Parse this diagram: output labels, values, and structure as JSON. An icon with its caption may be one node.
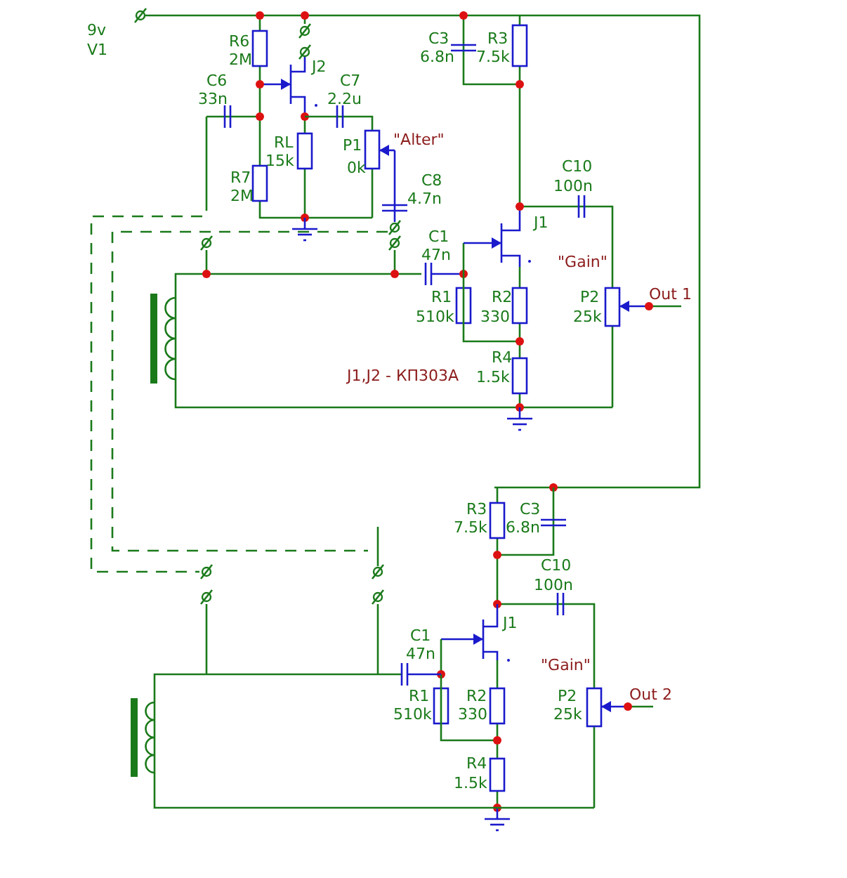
{
  "diagram": {
    "labels": [
      "9v",
      "V1",
      "R6",
      "2M",
      "J2",
      "C6",
      "33n",
      "C7",
      "2.2u",
      "RL",
      "15k",
      "P1",
      "0k",
      "\"Alter\"",
      "R7",
      "2M",
      "C8",
      "4.7n",
      "C3",
      "6.8n",
      "R3",
      "7.5k",
      "C10",
      "100n",
      "J1",
      "C1",
      "47n",
      "\"Gain\"",
      "R1",
      "510k",
      "R2",
      "330",
      "P2",
      "25k",
      "Out 1",
      "J1,J2 - КП303А",
      "R4",
      "1.5k",
      "R3",
      "7.5k",
      "C3",
      "6.8n",
      "C10",
      "100n",
      "J1",
      "C1",
      "47n",
      "\"Gain\"",
      "R1",
      "510k",
      "R2",
      "330",
      "P2",
      "25k",
      "Out 2",
      "R4",
      "1.5k"
    ]
  }
}
